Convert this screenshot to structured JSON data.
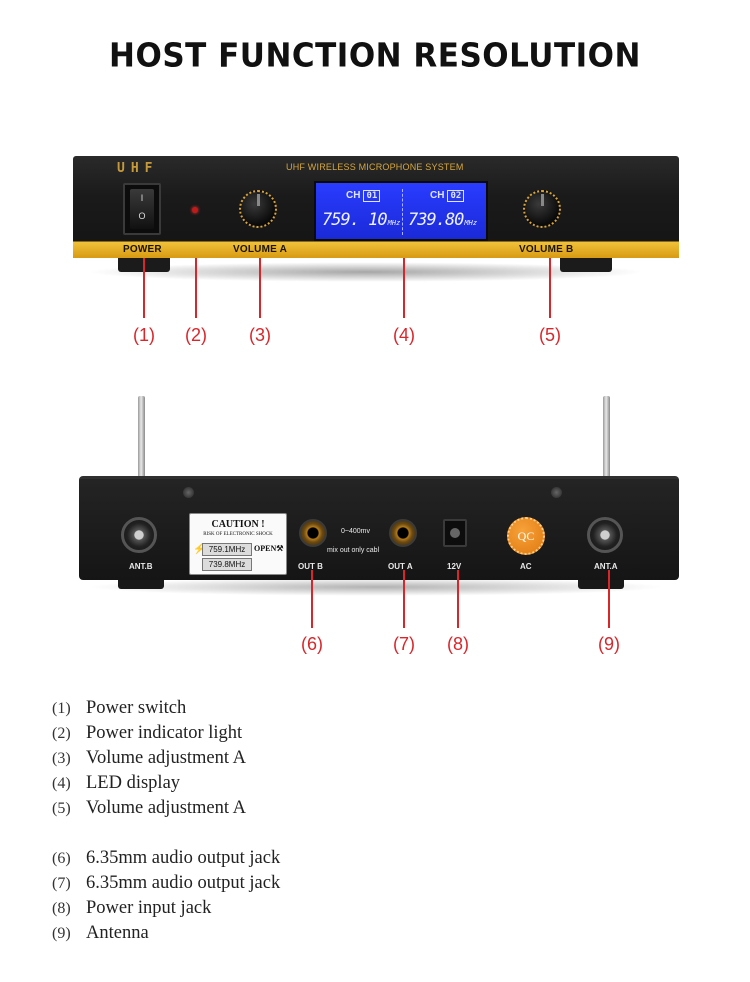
{
  "title": "HOST FUNCTION RESOLUTION",
  "front": {
    "brand": "UHF",
    "system_title": "UHF WIRELESS MICROPHONE SYSTEM",
    "switch_on": "I",
    "switch_off": "O",
    "labels": {
      "power": "POWER",
      "volume_a": "VOLUME A",
      "volume_b": "VOLUME B"
    },
    "lcd": {
      "ch_label": "CH",
      "ch1": "01",
      "ch2": "02",
      "freq1": "759. 10",
      "freq2": "739.80",
      "unit": "MHz"
    }
  },
  "rear": {
    "caution_title": "CAUTION !",
    "caution_sub": "RISK OF ELECTRONIC SHOCK",
    "sticker1": "759.1MHz",
    "sticker2": "739.8MHz",
    "open_text": "OPEN",
    "mv_text": "0~400mv",
    "mix_text": "mix out only cabl",
    "qc": "QC",
    "labels": {
      "ant_b": "ANT.B",
      "out_b": "OUT B",
      "out_a": "OUT A",
      "v12": "12V",
      "ac": "AC",
      "ant_a": "ANT.A"
    }
  },
  "callouts": [
    "(1)",
    "(2)",
    "(3)",
    "(4)",
    "(5)",
    "(6)",
    "(7)",
    "(8)",
    "(9)"
  ],
  "legend": [
    {
      "num": "(1)",
      "text": "Power switch"
    },
    {
      "num": "(2)",
      "text": "Power indicator light"
    },
    {
      "num": "(3)",
      "text": "Volume adjustment A"
    },
    {
      "num": "(4)",
      "text": "LED display"
    },
    {
      "num": "(5)",
      "text": "Volume adjustment A"
    },
    {
      "num": "(6)",
      "text": "6.35mm audio output jack"
    },
    {
      "num": "(7)",
      "text": "6.35mm audio output jack"
    },
    {
      "num": "(8)",
      "text": "Power input jack"
    },
    {
      "num": "(9)",
      "text": "Antenna"
    }
  ],
  "colors": {
    "callout_red": "#d9262b",
    "gold_strip": "#e3aa1f",
    "lcd_blue": "#2233ee"
  }
}
